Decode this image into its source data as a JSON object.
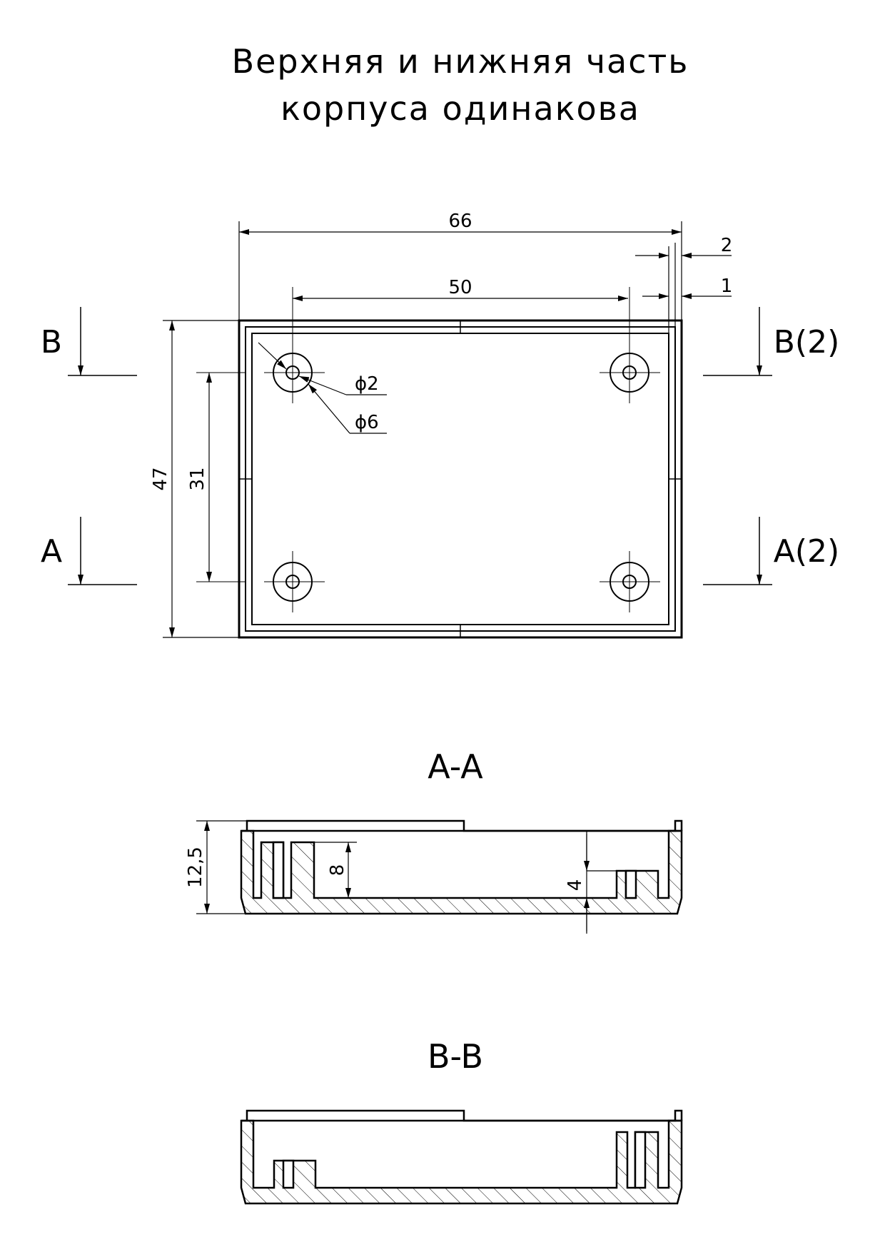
{
  "title": {
    "line1": "Верхняя и нижняя часть",
    "line2": "корпуса одинакова"
  },
  "plan_view": {
    "dim_overall_width": "66",
    "dim_hole_spacing_x": "50",
    "dim_wall_outer": "2",
    "dim_wall_inner": "1",
    "dim_overall_height": "47",
    "dim_hole_spacing_y": "31",
    "dim_hole_diameter": "ϕ2",
    "dim_boss_diameter": "ϕ6",
    "cut_b_left": "B",
    "cut_b_right": "B(2)",
    "cut_a_left": "A",
    "cut_a_right": "A(2)"
  },
  "section_a": {
    "label": "A-A",
    "dim_height": "12,5",
    "dim_boss_tall": "8",
    "dim_boss_short": "4"
  },
  "section_b": {
    "label": "B-B"
  },
  "colors": {
    "line": "#000000",
    "background": "#ffffff"
  }
}
